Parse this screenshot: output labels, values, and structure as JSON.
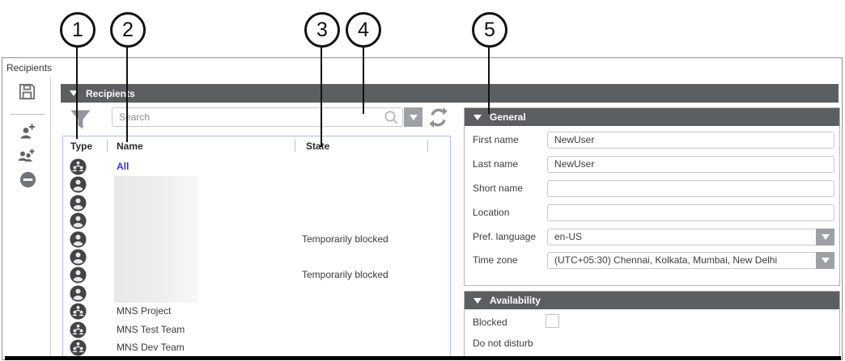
{
  "panel_title": "Recipients",
  "callouts": {
    "labels": [
      "1",
      "2",
      "3",
      "4",
      "5"
    ]
  },
  "toolbar": {
    "icons": [
      "save-icon",
      "add-user-icon",
      "add-group-icon",
      "remove-icon"
    ]
  },
  "recipients_section": {
    "header": "Recipients",
    "collapse_icon": "chevron-down-icon",
    "filter_icon": "funnel-icon",
    "refresh_icon": "refresh-icon",
    "search": {
      "placeholder": "Search",
      "value": "",
      "search_icon": "magnifier-icon",
      "dropdown_icon": "chevron-down-icon"
    }
  },
  "table": {
    "columns": [
      "Type",
      "Name",
      "State"
    ],
    "rows": [
      {
        "type": "group",
        "name": "All",
        "link": true,
        "redacted": false,
        "state": ""
      },
      {
        "type": "person",
        "name": "",
        "link": false,
        "redacted": true,
        "state": ""
      },
      {
        "type": "person",
        "name": "",
        "link": false,
        "redacted": true,
        "state": ""
      },
      {
        "type": "person",
        "name": "",
        "link": false,
        "redacted": true,
        "state": ""
      },
      {
        "type": "person",
        "name": "",
        "link": false,
        "redacted": true,
        "state": "Temporarily blocked"
      },
      {
        "type": "person",
        "name": "",
        "link": false,
        "redacted": true,
        "state": ""
      },
      {
        "type": "person",
        "name": "",
        "link": false,
        "redacted": true,
        "state": "Temporarily blocked"
      },
      {
        "type": "person",
        "name": "",
        "link": false,
        "redacted": true,
        "state": ""
      },
      {
        "type": "group",
        "name": "MNS Project",
        "link": false,
        "redacted": false,
        "state": ""
      },
      {
        "type": "group",
        "name": "MNS Test Team",
        "link": false,
        "redacted": false,
        "state": ""
      },
      {
        "type": "group",
        "name": "MNS Dev Team",
        "link": false,
        "redacted": false,
        "state": ""
      }
    ]
  },
  "general": {
    "header": "General",
    "fields": [
      {
        "label": "First name",
        "value": "NewUser",
        "control": "text"
      },
      {
        "label": "Last name",
        "value": "NewUser",
        "control": "text"
      },
      {
        "label": "Short name",
        "value": "",
        "control": "text"
      },
      {
        "label": "Location",
        "value": "",
        "control": "text"
      },
      {
        "label": "Pref. language",
        "value": "en-US",
        "control": "dropdown"
      },
      {
        "label": "Time zone",
        "value": "(UTC+05:30) Chennai, Kolkata, Mumbai, New Delhi",
        "control": "dropdown"
      }
    ]
  },
  "availability": {
    "header": "Availability",
    "rows": [
      {
        "label": "Blocked",
        "control": "checkbox",
        "checked": false
      },
      {
        "label": "Do not disturb",
        "control": "none"
      }
    ]
  },
  "colors": {
    "header_bar": "#5b5f62",
    "link_blue": "#3535d6",
    "list_border": "#a5c6e8",
    "icon_gray": "#8d9296"
  }
}
